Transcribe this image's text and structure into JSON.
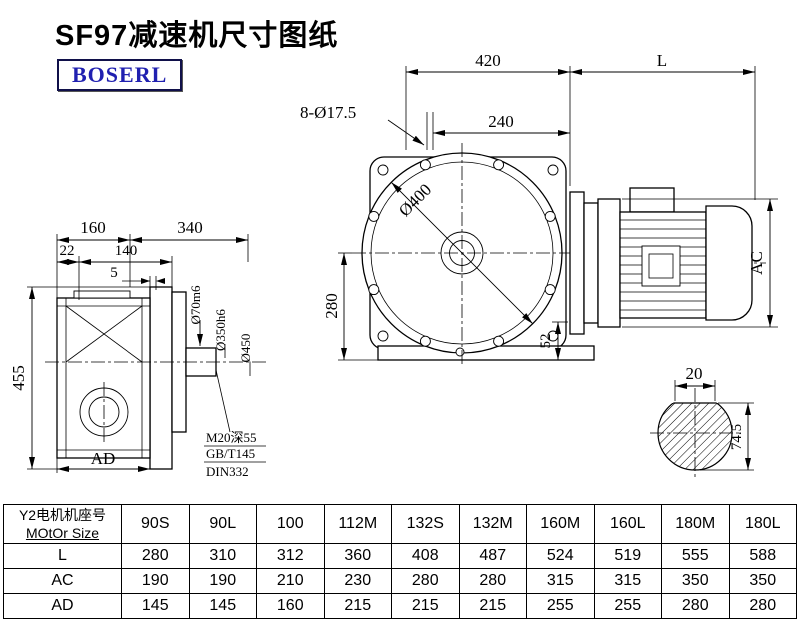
{
  "title": "SF97减速机尺寸图纸",
  "logo": {
    "text": "BOSERL"
  },
  "drawing": {
    "front": {
      "dim_width": "420",
      "dim_motor_length": "L",
      "bolt_holes": "8-Ø17.5",
      "dim_bolt_span": "240",
      "flange_diameter": "Ø400",
      "dim_center_height": "280",
      "dim_foot": "52",
      "dim_motor_height": "AC"
    },
    "side": {
      "dim_body_depth": "160",
      "dim_overall_depth": "340",
      "dim_22": "22",
      "dim_shaft_length": "140",
      "dim_5": "5",
      "dim_overall_height": "455",
      "dim_ad": "AD",
      "shaft_diameter": "Ø70m6",
      "spigot_diameter": "Ø350h6",
      "flange_diameter": "Ø450",
      "note_line1": "M20深55",
      "note_line2": "GB/T145",
      "note_line3": "DIN332"
    },
    "section": {
      "key_width": "20",
      "dim_height": "74.5"
    }
  },
  "table": {
    "header_label_line1": "Y2电机机座号",
    "header_label_line2": "MOtOr Size",
    "columns": [
      "90S",
      "90L",
      "100",
      "112M",
      "132S",
      "132M",
      "160M",
      "160L",
      "180M",
      "180L"
    ],
    "rows": [
      {
        "label": "L",
        "values": [
          "280",
          "310",
          "312",
          "360",
          "408",
          "487",
          "524",
          "519",
          "555",
          "588"
        ]
      },
      {
        "label": "AC",
        "values": [
          "190",
          "190",
          "210",
          "230",
          "280",
          "280",
          "315",
          "315",
          "350",
          "350"
        ]
      },
      {
        "label": "AD",
        "values": [
          "145",
          "145",
          "160",
          "215",
          "215",
          "215",
          "255",
          "255",
          "280",
          "280"
        ]
      }
    ]
  }
}
